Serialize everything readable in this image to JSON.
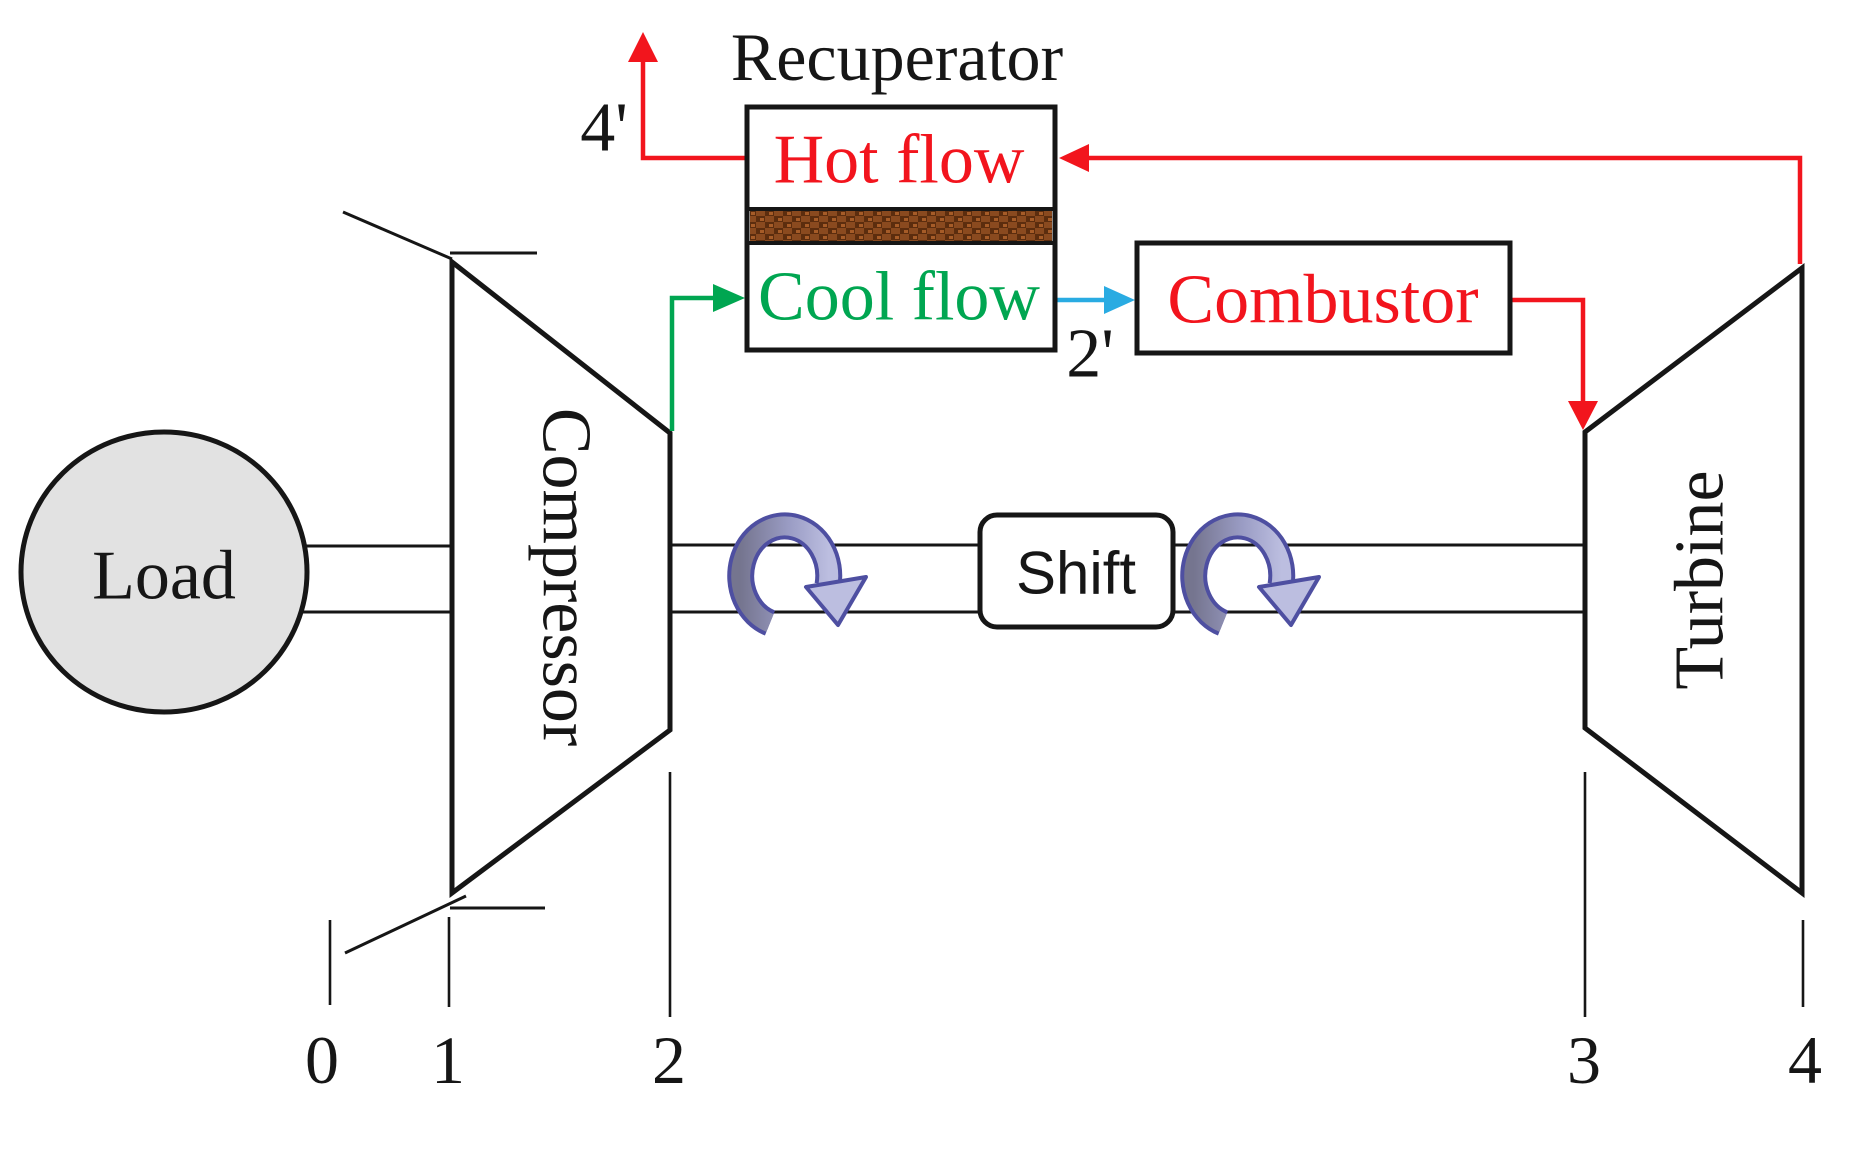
{
  "labels": {
    "recuperator": "Recuperator",
    "hot_flow": "Hot flow",
    "cool_flow": "Cool flow",
    "combustor": "Combustor",
    "load": "Load",
    "compressor": "Compressor",
    "turbine": "Turbine",
    "shift": "Shift",
    "recuperator_exit": "4'",
    "combustor_inlet": "2'",
    "stations": [
      "0",
      "1",
      "2",
      "3",
      "4"
    ]
  },
  "colors": {
    "ink": "#161616",
    "hot_line": "#f2151d",
    "hot_text": "#f2141d",
    "cool_text": "#00a651",
    "cool_in": "#00a651",
    "cool_out": "#29abe2",
    "load_fill": "#e2e2e2",
    "rotation_outline": "#4e4fa1",
    "rotation_dark": "#75758f",
    "rotation_light": "#bcbee0",
    "hatch_base": "#8a4a1f",
    "hatch_dark": "#5c2d0e",
    "hatch_light": "#a65c28"
  }
}
